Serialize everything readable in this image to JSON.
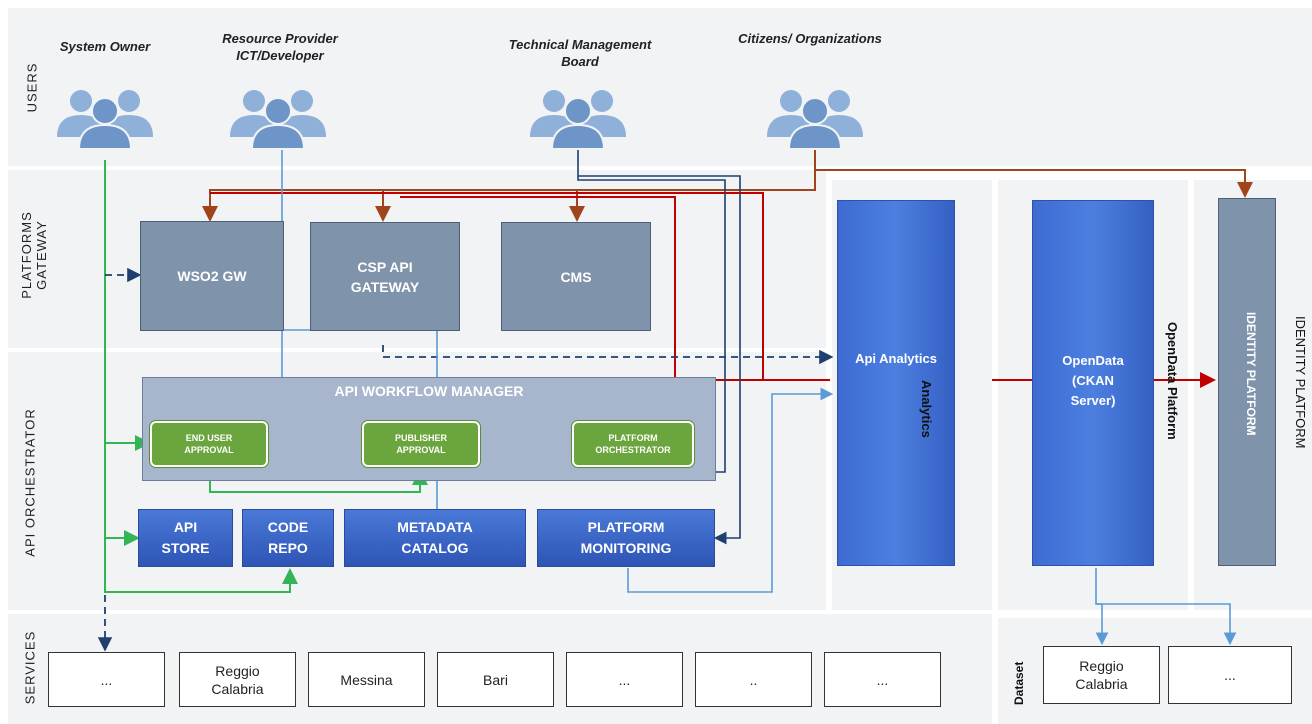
{
  "lanes": {
    "users": "USERS",
    "platforms_gateway": [
      "PLATFORMS",
      "GATEWAY"
    ],
    "api_orchestrator": "API ORCHESTRATOR",
    "services": "SERVICES"
  },
  "actors": [
    {
      "label": "System Owner",
      "icon": "users-group-icon"
    },
    {
      "label": "Resource Provider\nICT/Developer",
      "icon": "users-group-icon"
    },
    {
      "label": "Technical Management\nBoard",
      "icon": "users-group-icon"
    },
    {
      "label": "Citizens/ Organizations",
      "icon": "users-group-icon"
    }
  ],
  "gateway": {
    "wso2": "WSO2 GW",
    "csp": "CSP API\nGATEWAY",
    "cms": "CMS"
  },
  "workflow": {
    "title": "API WORKFLOW MANAGER",
    "end_user": "END USER\nAPPROVAL",
    "publisher": "PUBLISHER\nAPPROVAL",
    "platform": "PLATFORM\nORCHESTRATOR"
  },
  "orchestrator_boxes": {
    "api_store": "API\nSTORE",
    "code_repo": "CODE\nREPO",
    "metadata": "METADATA\nCATALOG",
    "monitoring": "PLATFORM\nMONITORING"
  },
  "analytics": {
    "box": "Api Analytics",
    "label": "Analytics"
  },
  "opendata": {
    "box": "OpenData\n(CKAN\nServer)",
    "label": "OpenData Platform"
  },
  "identity": {
    "box": "IDENTITY PLATFORM",
    "label": "IDENTITY PLATFORM"
  },
  "services": [
    "...",
    "Reggio\nCalabria",
    "Messina",
    "Bari",
    "...",
    "..",
    "..."
  ],
  "dataset": {
    "label": "Dataset",
    "items": [
      "Reggio\nCalabria",
      "..."
    ]
  },
  "colors": {
    "green": "#33b556",
    "blue_line": "#5b9bd5",
    "dark_blue": "#1f3f6e",
    "red": "#c00000",
    "brown": "#a0441c"
  }
}
